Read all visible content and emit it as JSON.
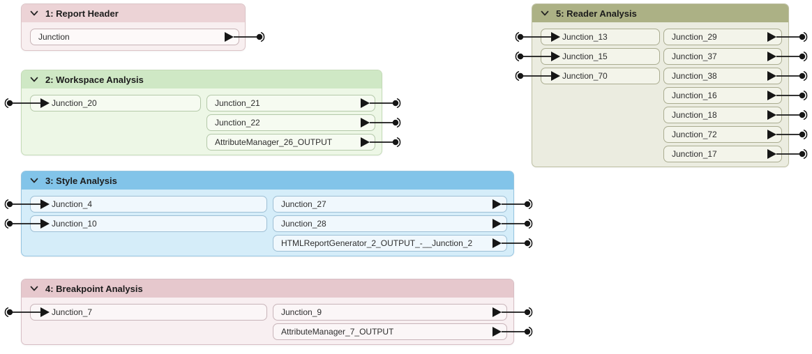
{
  "icons": {
    "collapse": "chevron-down-icon",
    "port": "right-triangle-port-icon",
    "link_endpoint": "dot-with-arc-icon"
  },
  "link": {
    "color": "#161616"
  },
  "panels": [
    {
      "title": "1: Report Header",
      "colors": {
        "header": "#ecd3d6",
        "body": "#f8eff0",
        "node_fill": "#fdf9f9",
        "node_border": "#c7b3b6",
        "panel_border": "#dbc4c7"
      },
      "inputs": [],
      "outputs": [
        "Junction"
      ]
    },
    {
      "title": "2: Workspace Analysis",
      "colors": {
        "header": "#cfe8c5",
        "body": "#edf7e6",
        "node_fill": "#f6fbf1",
        "node_border": "#b4c9a9",
        "panel_border": "#c3dab6"
      },
      "inputs": [
        "Junction_20"
      ],
      "outputs": [
        "Junction_21",
        "Junction_22",
        "AttributeManager_26_OUTPUT"
      ]
    },
    {
      "title": "3: Style Analysis",
      "colors": {
        "header": "#82c4e9",
        "body": "#d5edf9",
        "node_fill": "#f0f8fd",
        "node_border": "#9dbfd5",
        "panel_border": "#94c4e0"
      },
      "inputs": [
        "Junction_4",
        "Junction_10"
      ],
      "outputs": [
        "Junction_27",
        "Junction_28",
        "HTMLReportGenerator_2_OUTPUT_-__Junction_2"
      ]
    },
    {
      "title": "4: Breakpoint Analysis",
      "colors": {
        "header": "#e6c8cd",
        "body": "#f8eff1",
        "node_fill": "#fbf6f7",
        "node_border": "#c8b4b9",
        "panel_border": "#d7bec4"
      },
      "inputs": [
        "Junction_7"
      ],
      "outputs": [
        "Junction_9",
        "AttributeManager_7_OUTPUT"
      ]
    },
    {
      "title": "5: Reader Analysis",
      "colors": {
        "header": "#acb185",
        "body": "#ebece0",
        "node_fill": "#f3f4ea",
        "node_border": "#aaac90",
        "panel_border": "#bdbfa2"
      },
      "inputs": [
        "Junction_13",
        "Junction_15",
        "Junction_70"
      ],
      "outputs": [
        "Junction_29",
        "Junction_37",
        "Junction_38",
        "Junction_16",
        "Junction_18",
        "Junction_72",
        "Junction_17"
      ]
    }
  ]
}
